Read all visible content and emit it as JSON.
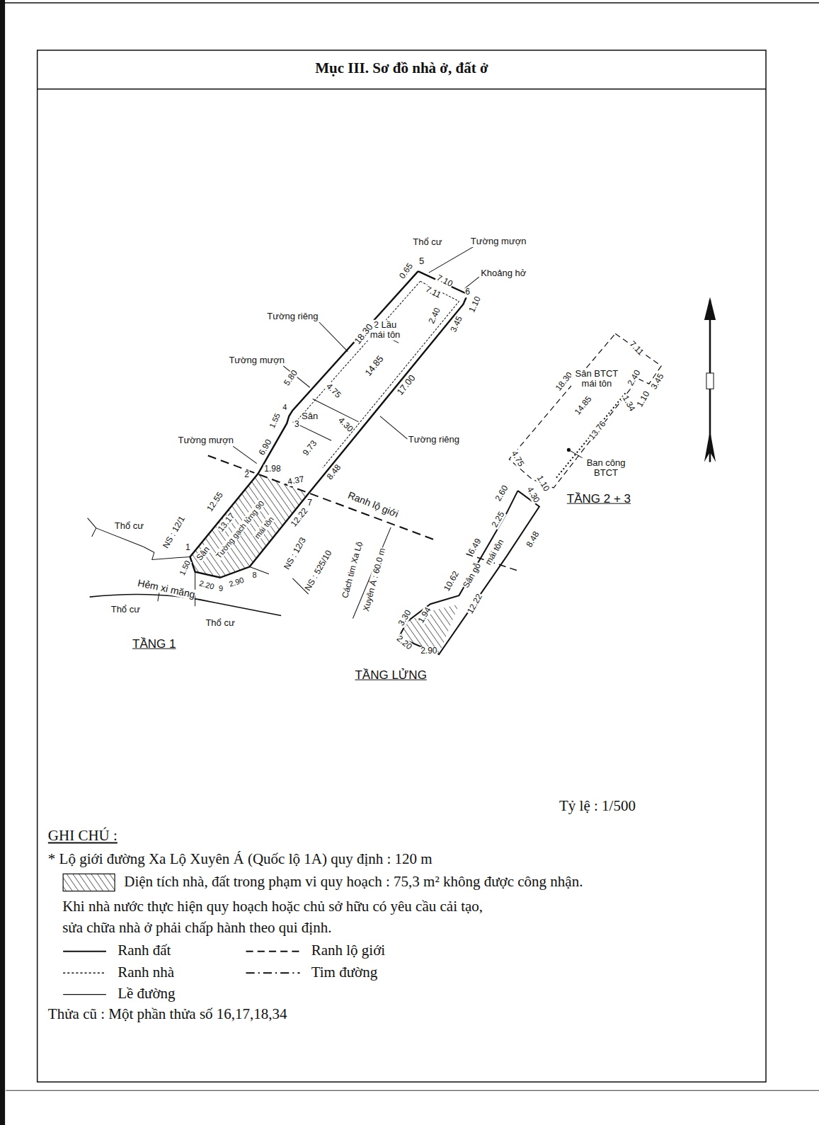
{
  "diagram": {
    "title": "Mục III. Sơ đồ nhà ở, đất ở",
    "labels": [
      "Thổ cư",
      "Tường mượn",
      "5",
      "0.65",
      "7.10",
      "Khoảng hở",
      "6",
      "7.11",
      "1.10",
      "3.45",
      "2.40",
      "2 Lầu mái tôn",
      "Tường riêng",
      "18.30",
      "14.85",
      "17.00",
      "Tường mượn",
      "5.80",
      "4.75",
      "4",
      "1.55",
      "3",
      "Sân",
      "4.30",
      "Tường riêng",
      "6.90",
      "9.73",
      "Tường mượn",
      "2",
      "1.98",
      "4.37",
      "8.48",
      "7",
      "Ranh lộ giới",
      "12.55",
      "Thổ cư",
      "NS : 12/1",
      "13.17",
      "Sân",
      "Tường gạch lửng 90",
      "mái tôn",
      "12.22",
      "NS : 12/3",
      "1",
      "1.50",
      "2.20",
      "9",
      "2.90",
      "8",
      "Hẻm xi măng",
      "Thổ cư",
      "Thổ cư",
      "NS : 525/10",
      "Cách tim Xa Lộ",
      "Xuyên Á : 60.0 m",
      "TẦNG 1",
      "2.60",
      "4.30",
      "2.25",
      "6.49",
      "mái tôn",
      "8.48",
      "10.62",
      "Sân gỗ",
      "12.22",
      "3.30",
      "1.94",
      "2.20",
      "2.90",
      "TẦNG LỬNG",
      "7.11",
      "18.30",
      "Sân BTCT mái tôn",
      "2.40",
      "3.45",
      "1.10",
      "1.34",
      "14.85",
      "13.76",
      "Ban công BTCT",
      "4.75",
      "1.10",
      "TẦNG 2 + 3",
      "Tỷ lệ : 1/500",
      "GHI CHÚ :",
      "* Lộ giới đường Xa Lộ Xuyên Á (Quốc lộ 1A) quy định : 120 m",
      "Khi nhà nước thực hiện quy hoạch hoặc chủ sở hữu có yêu cầu cải tạo,",
      "sửa chữa nhà ở phải chấp hành theo qui định.",
      "Thửa cũ : Một phần thửa số 16,17,18,34"
    ],
    "legend": [
      {
        "text": "Diện tích nhà, đất trong phạm vi quy hoạch : 75,3 m² không được công nhận."
      },
      {
        "text": "Ranh đất"
      },
      {
        "text": "Ranh lộ giới"
      },
      {
        "text": "Ranh nhà"
      },
      {
        "text": "Tim đường"
      },
      {
        "text": "Lề đường"
      }
    ]
  }
}
